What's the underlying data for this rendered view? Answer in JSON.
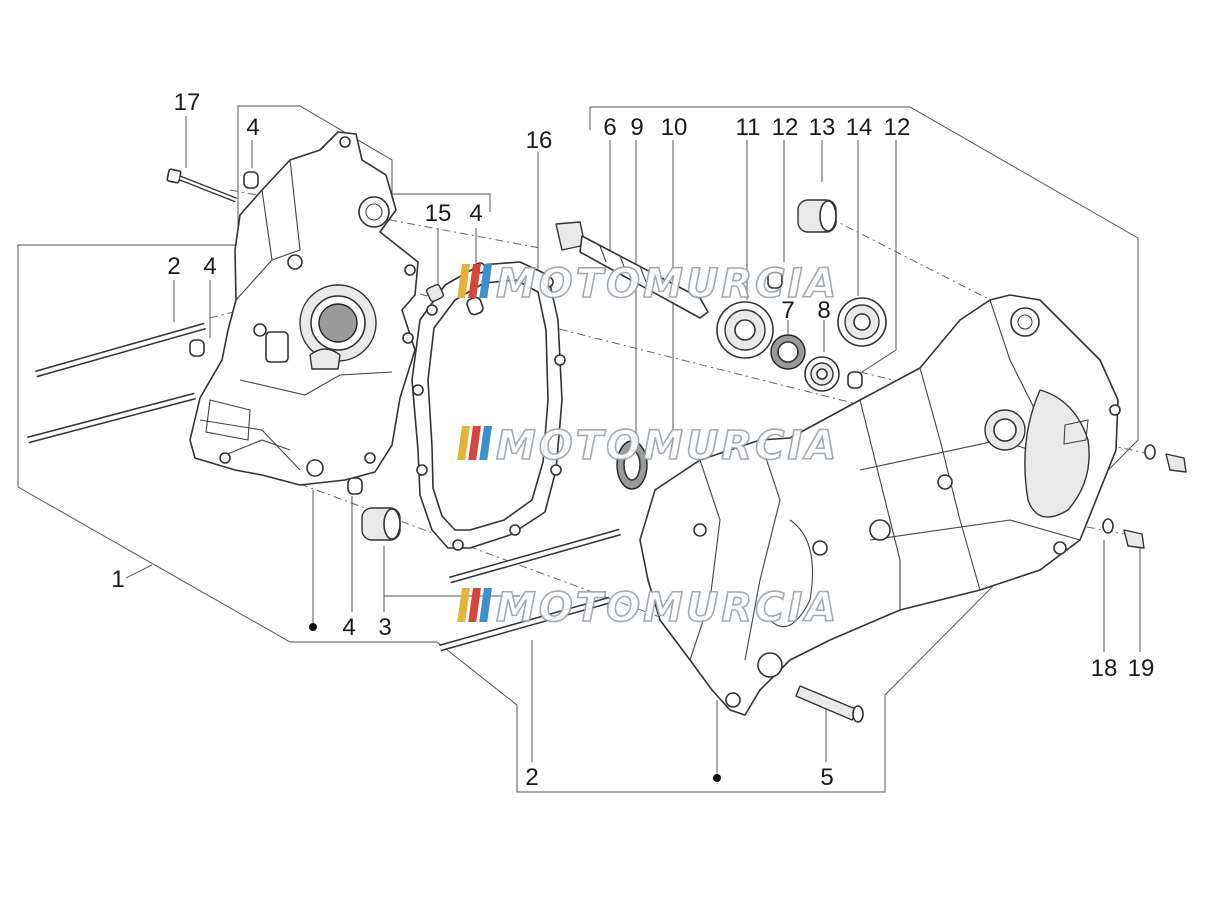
{
  "watermark": {
    "text": "MOTOMURCIA",
    "stripe_colors": [
      "#e4b33a",
      "#d7463c",
      "#3d8fcd"
    ]
  },
  "callouts": {
    "c17": "17",
    "c4a": "4",
    "c15": "15",
    "c4b": "4",
    "c2a": "2",
    "c4c": "4",
    "c16": "16",
    "c6": "6",
    "c9": "9",
    "c10": "10",
    "c11": "11",
    "c12a": "12",
    "c13": "13",
    "c14": "14",
    "c12b": "12",
    "c7": "7",
    "c8": "8",
    "c1": "1",
    "c4d": "4",
    "c3": "3",
    "c2b": "2",
    "c5": "5",
    "c18": "18",
    "c19": "19"
  }
}
